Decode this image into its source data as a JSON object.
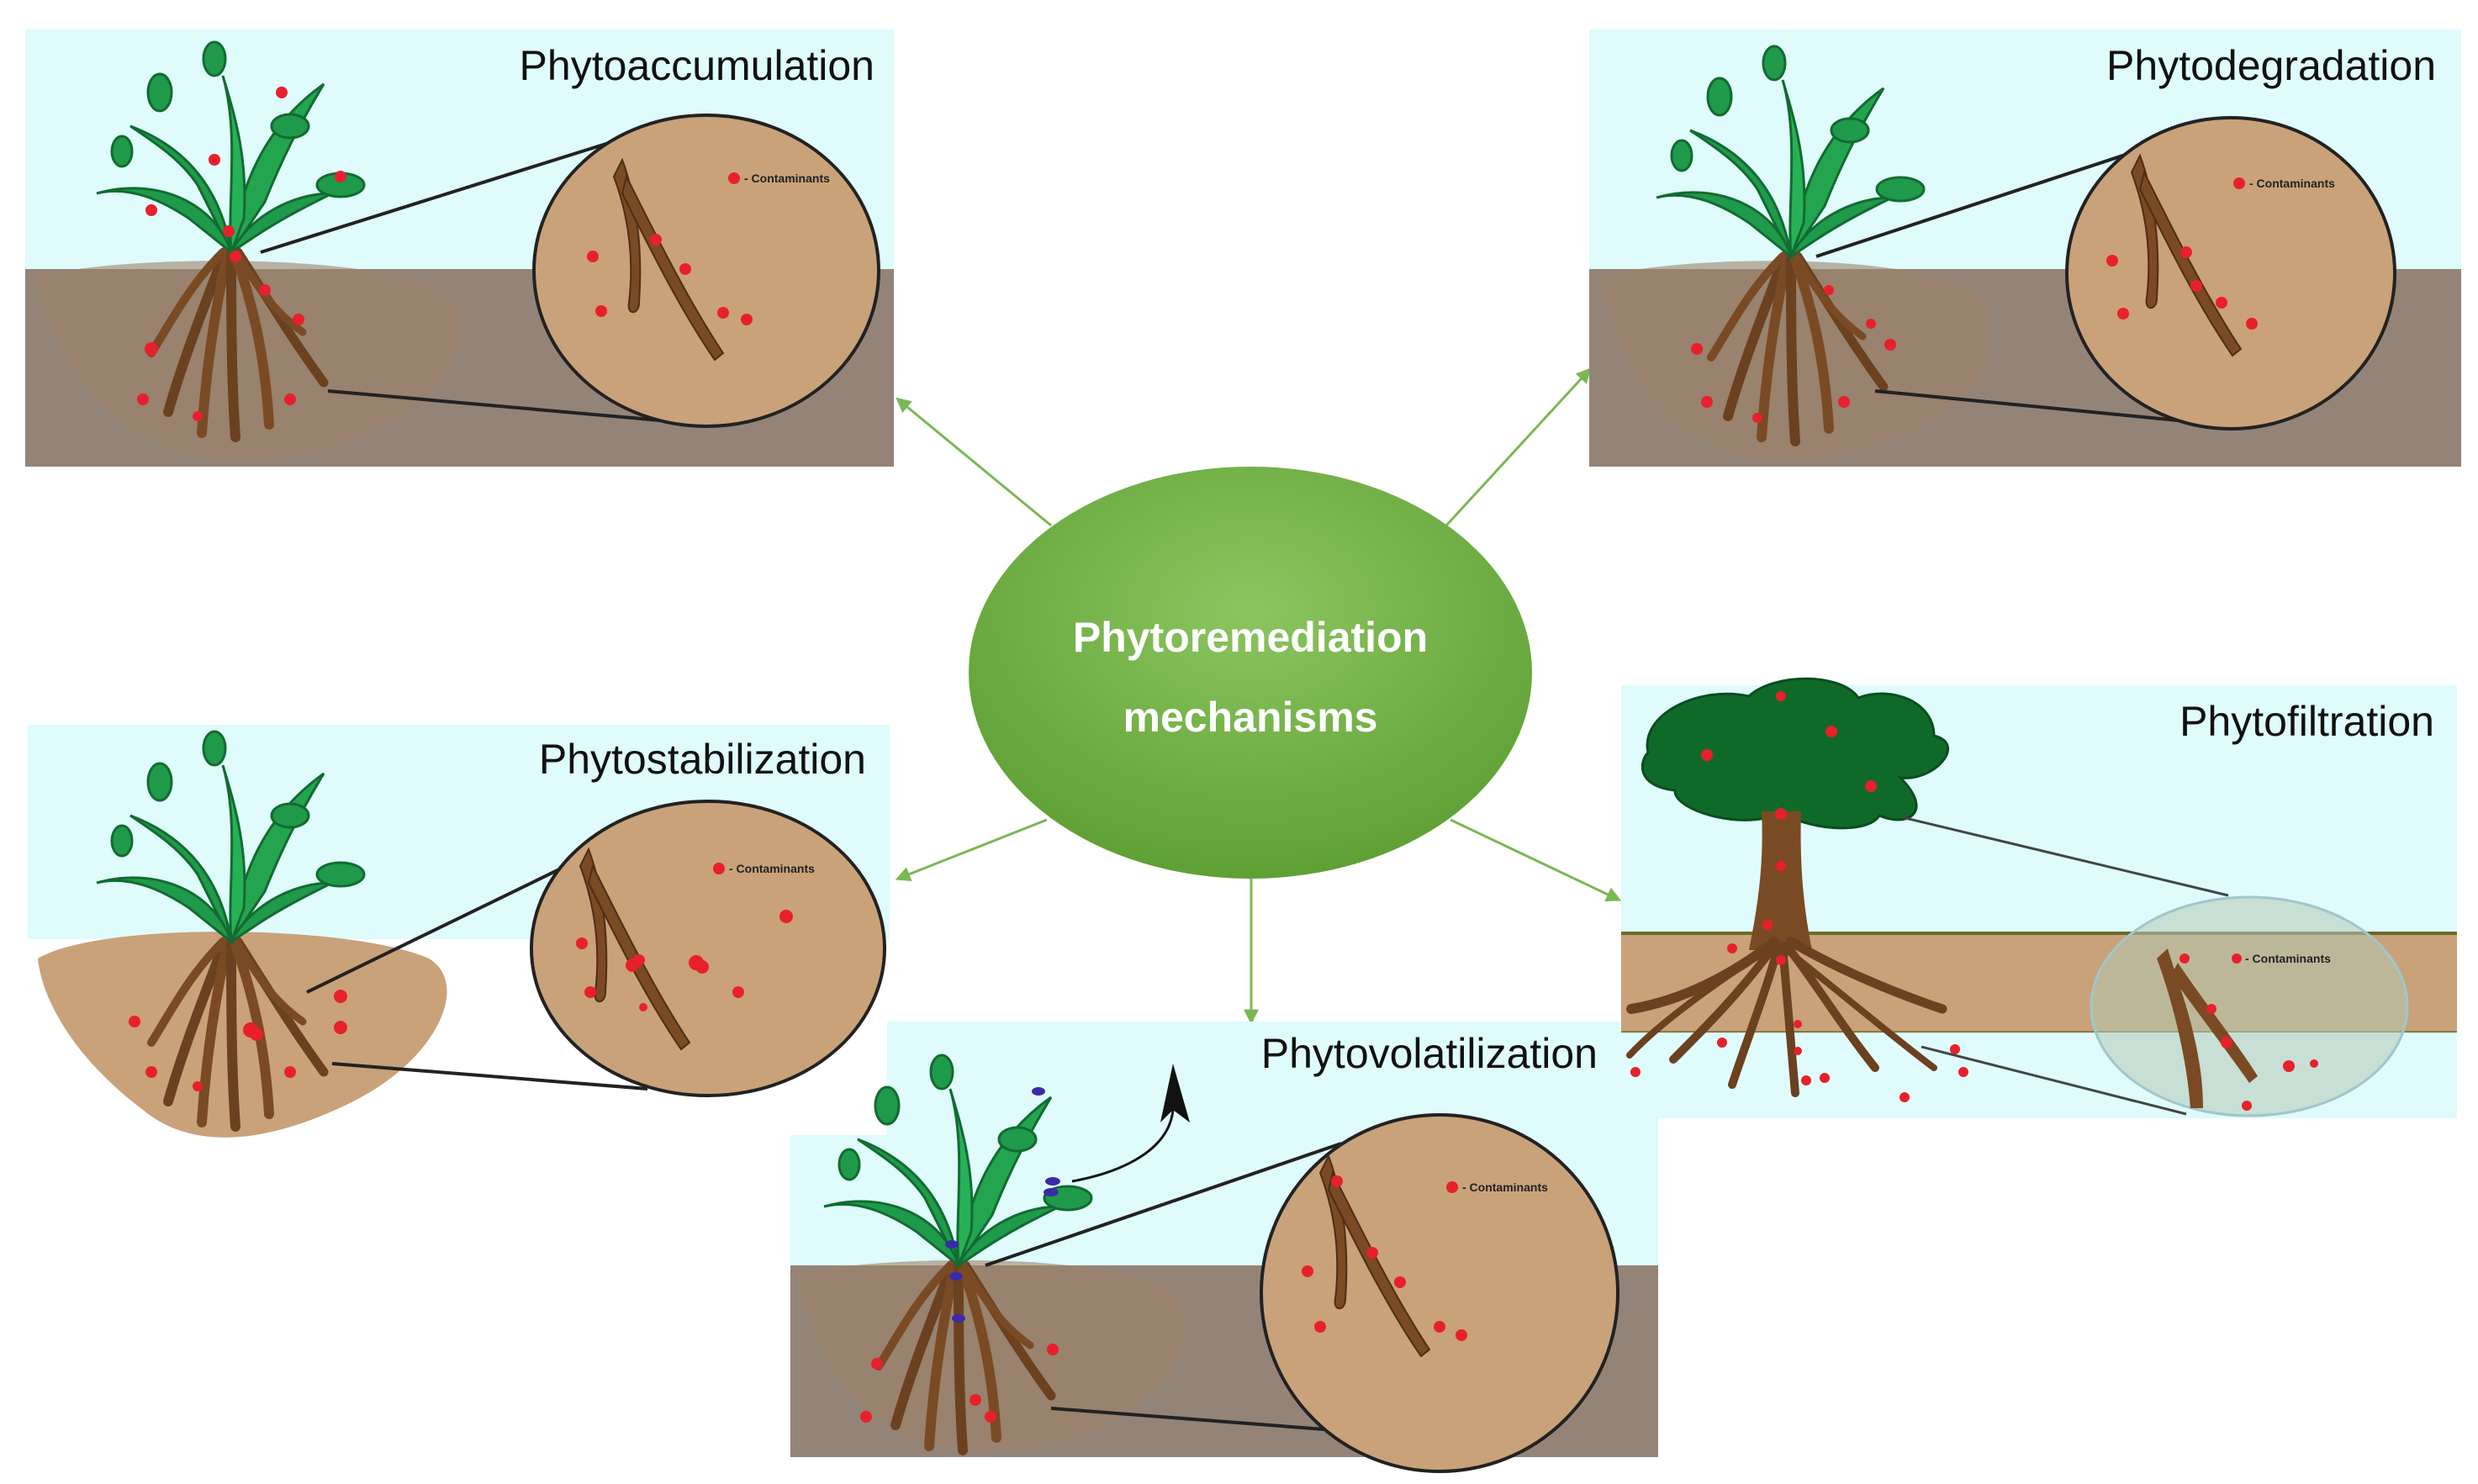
{
  "center": {
    "line1": "Phytoremediation",
    "line2": "mechanisms"
  },
  "panels": {
    "phytoaccumulation": {
      "title": "Phytoaccumulation",
      "legend": "- Contaminants"
    },
    "phytodegradation": {
      "title": "Phytodegradation",
      "legend": "- Contaminants"
    },
    "phytostabilization": {
      "title": "Phytostabilization",
      "legend": "- Contaminants"
    },
    "phytovolatilization": {
      "title": "Phytovolatilization",
      "legend": "- Contaminants"
    },
    "phytofiltration": {
      "title": "Phytofiltration",
      "legend": "- Contaminants"
    }
  },
  "colors": {
    "sky": "#dffbfc",
    "soil": "#948478",
    "magnifier": "#c9a27a",
    "root": "#6b4120",
    "leaf": "#1f9a4a",
    "contaminant": "#e8202c",
    "volatile": "#3a2aa8",
    "center_ellipse": "#6fb044",
    "arrow": "#7ab854",
    "tree_canopy": "#0f6a2a"
  }
}
